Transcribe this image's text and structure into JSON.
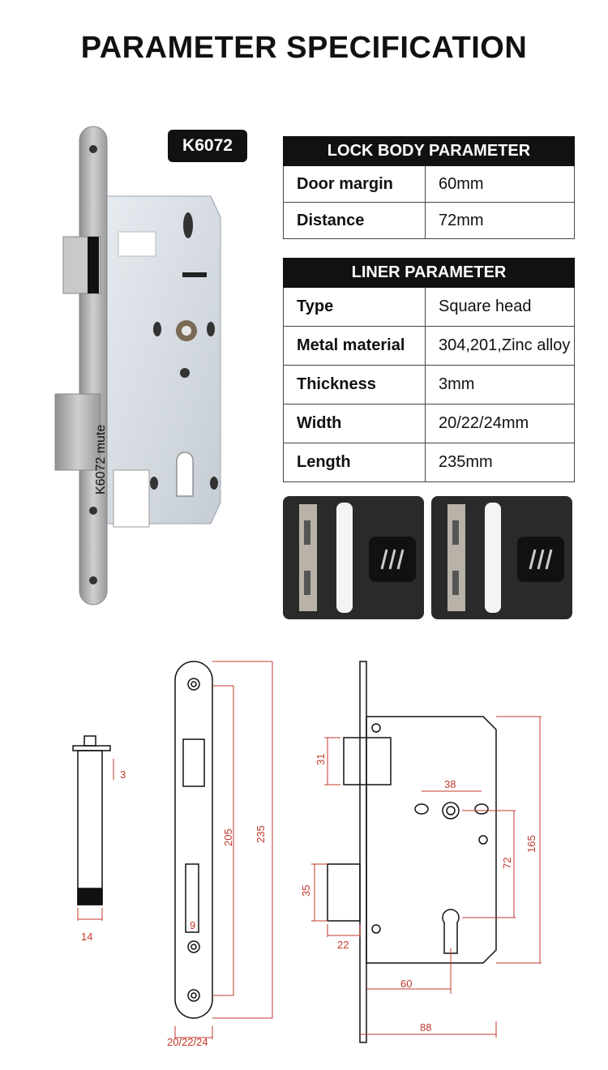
{
  "page_title": "PARAMETER SPECIFICATION",
  "model": "K6072",
  "product_label": "K6072 mute",
  "lock_body": {
    "header": "LOCK BODY PARAMETER",
    "rows": [
      {
        "name": "Door margin",
        "value": "60mm"
      },
      {
        "name": "Distance",
        "value": "72mm"
      }
    ]
  },
  "liner": {
    "header": "LINER PARAMETER",
    "rows": [
      {
        "name": "Type",
        "value": "Square head"
      },
      {
        "name": "Metal material",
        "value": "304,201,Zinc alloy"
      },
      {
        "name": "Thickness",
        "value": "3mm"
      },
      {
        "name": "Width",
        "value": "20/22/24mm"
      },
      {
        "name": "Length",
        "value": "235mm"
      }
    ]
  },
  "dimensions": {
    "thickness": "3",
    "side_width": "14",
    "faceplate_length": "235",
    "inner_length": "205",
    "slot_offset": "9",
    "faceplate_width": "20/22/24",
    "latch_height": "31",
    "deadbolt_height": "35",
    "deadbolt_throw": "22",
    "spindle_gap": "38",
    "distance": "72",
    "body_height": "165",
    "backset": "60",
    "total_depth": "88"
  },
  "colors": {
    "accent_dim": "#c0392b",
    "header_bg": "#111111",
    "tile_bg": "#2a2a2a"
  }
}
